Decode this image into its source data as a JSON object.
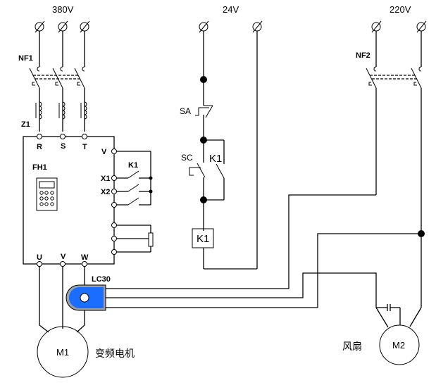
{
  "supplies": {
    "v380": "380V",
    "v24": "24V",
    "v220": "220V"
  },
  "breakers": {
    "nf1": "NF1",
    "nf2": "NF2"
  },
  "reactor": "Z1",
  "inverter": {
    "name": "FH1",
    "inputs": [
      "R",
      "S",
      "T"
    ],
    "outputs": [
      "U",
      "V",
      "W"
    ],
    "control_terminals": [
      "V",
      "X1",
      "X2"
    ]
  },
  "relay_contacts_label": "K1",
  "control_circuit": {
    "stop_switch": "SA",
    "start_switch": "SC",
    "holding_contact": "K1",
    "coil": "K1"
  },
  "sensor": "LC30",
  "motor1": {
    "name": "M1",
    "description": "变频电机"
  },
  "motor2": {
    "name": "M2",
    "description": "风扇"
  },
  "colors": {
    "sensor_fill": "#1a6dff",
    "sensor_border": "#a0a0a0"
  }
}
